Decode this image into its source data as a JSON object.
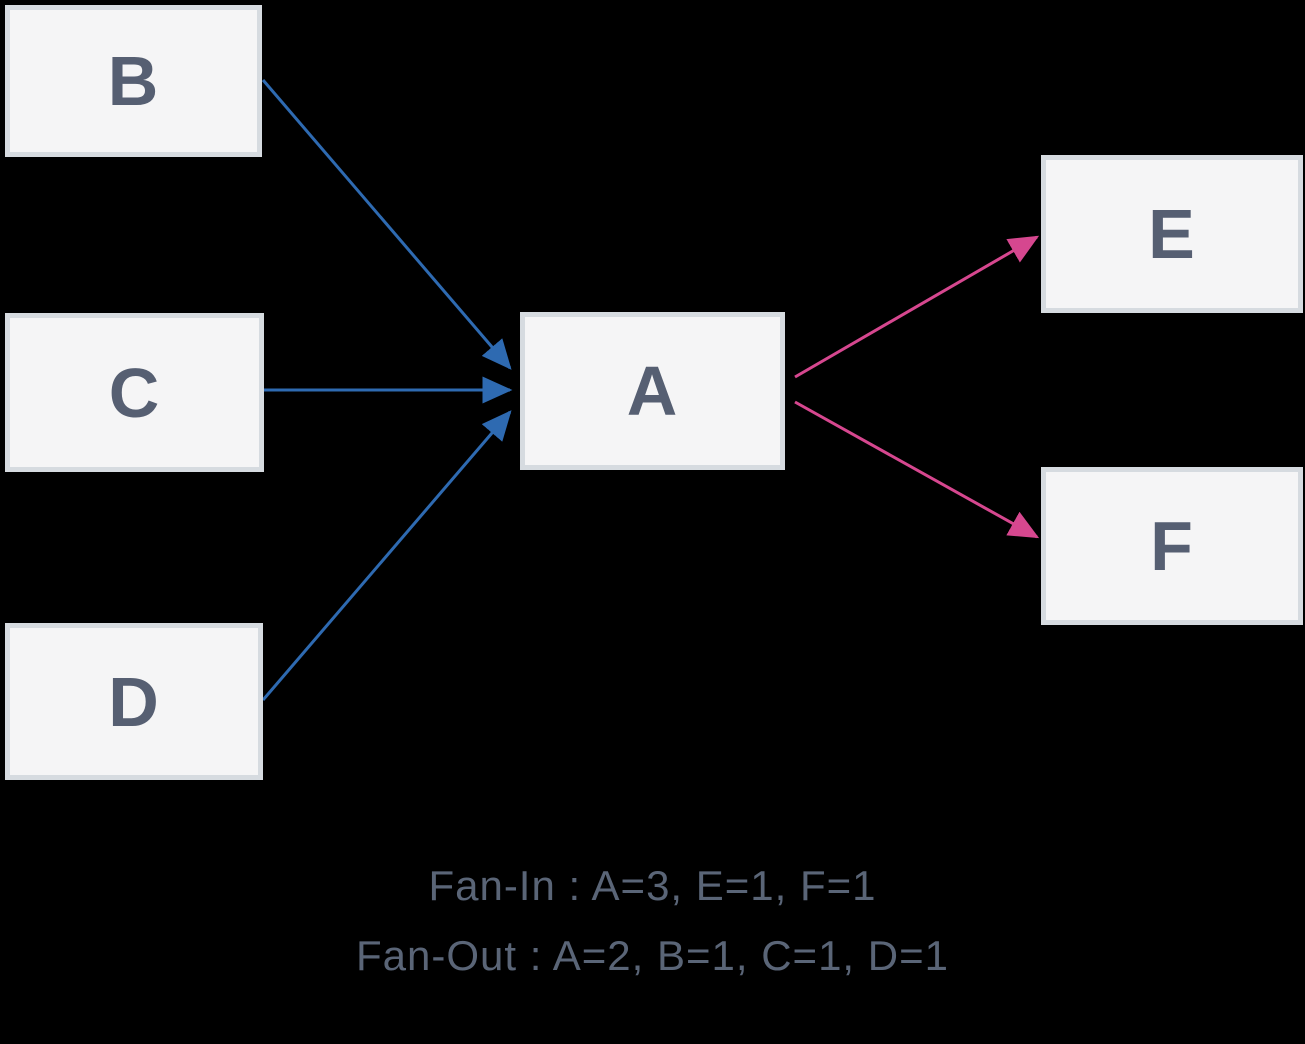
{
  "diagram": {
    "title_hint": "fan-in fan-out dependency diagram",
    "nodes": [
      {
        "id": "B",
        "label": "B",
        "role": "source"
      },
      {
        "id": "C",
        "label": "C",
        "role": "source"
      },
      {
        "id": "D",
        "label": "D",
        "role": "source"
      },
      {
        "id": "A",
        "label": "A",
        "role": "hub"
      },
      {
        "id": "E",
        "label": "E",
        "role": "target"
      },
      {
        "id": "F",
        "label": "F",
        "role": "target"
      }
    ],
    "edges": [
      {
        "from": "B",
        "to": "A",
        "kind": "fan-in"
      },
      {
        "from": "C",
        "to": "A",
        "kind": "fan-in"
      },
      {
        "from": "D",
        "to": "A",
        "kind": "fan-in"
      },
      {
        "from": "A",
        "to": "E",
        "kind": "fan-out"
      },
      {
        "from": "A",
        "to": "F",
        "kind": "fan-out"
      }
    ],
    "colors": {
      "background": "#000000",
      "fan_in_edge": "#2e6ab1",
      "fan_out_edge": "#d6478f",
      "node_fill": "#f5f5f6",
      "node_border": "#d6dbe0",
      "node_text": "#565f72",
      "caption_text": "#5a6577"
    },
    "caption": {
      "line1": "Fan-In : A=3, E=1, F=1",
      "line2": "Fan-Out : A=2, B=1, C=1, D=1"
    }
  }
}
